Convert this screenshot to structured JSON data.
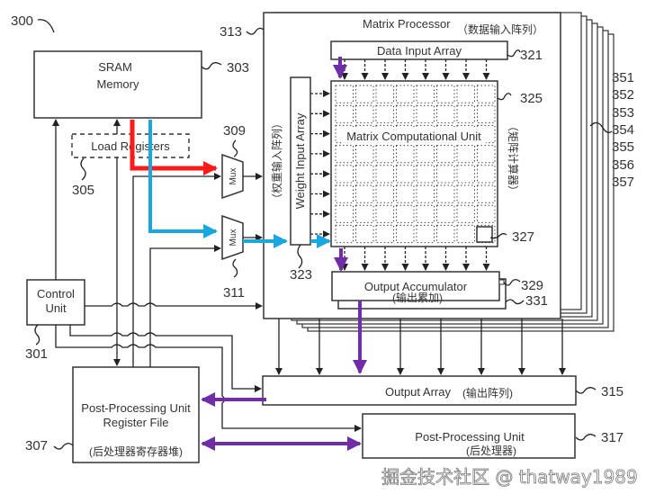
{
  "figure": {
    "ref": "300",
    "watermark": "掘金技术社区 @ thatway1989"
  },
  "blocks": {
    "sram": {
      "line1": "SRAM",
      "line2": "Memory",
      "ref": "303"
    },
    "load_registers": {
      "label": "Load Registers",
      "ref": "305"
    },
    "control_unit": {
      "line1": "Control",
      "line2": "Unit",
      "ref": "301"
    },
    "mux_top": {
      "label": "Mux",
      "ref": "309"
    },
    "mux_bottom": {
      "label": "Mux",
      "ref": "311"
    },
    "matrix_processor": {
      "label": "Matrix Processor",
      "label_cn": "（数据输入阵列）",
      "ref": "313"
    },
    "data_input_array": {
      "label": "Data Input Array",
      "ref": "321"
    },
    "weight_input_array": {
      "label": "Weight Input Array",
      "label_cn": "（权重输入阵列）",
      "ref": "323"
    },
    "matrix_computational_unit": {
      "label": "Matrix Computational Unit",
      "label_cn": "（矩阵计算器）",
      "ref": "325",
      "cell_ref": "327"
    },
    "output_accumulator": {
      "label": "Output Accumulator",
      "label_cn": "(输出累加)",
      "ref": "329",
      "ref2": "331"
    },
    "output_array": {
      "label": "Output Array",
      "label_cn": "(输出阵列)",
      "ref": "315"
    },
    "post_processing_unit": {
      "label": "Post-Processing Unit",
      "label_cn": "(后处理器)",
      "ref": "317"
    },
    "post_processing_register_file": {
      "line1": "Post-Processing Unit",
      "line2": "Register File",
      "label_cn": "(后处理器寄存器堆)",
      "ref": "307"
    }
  },
  "stack_refs": [
    "351",
    "352",
    "353",
    "354",
    "355",
    "356",
    "357"
  ],
  "highlight_colors": {
    "red": "#ff1a1a",
    "blue": "#1aa7e0",
    "purple": "#6f2da8"
  }
}
